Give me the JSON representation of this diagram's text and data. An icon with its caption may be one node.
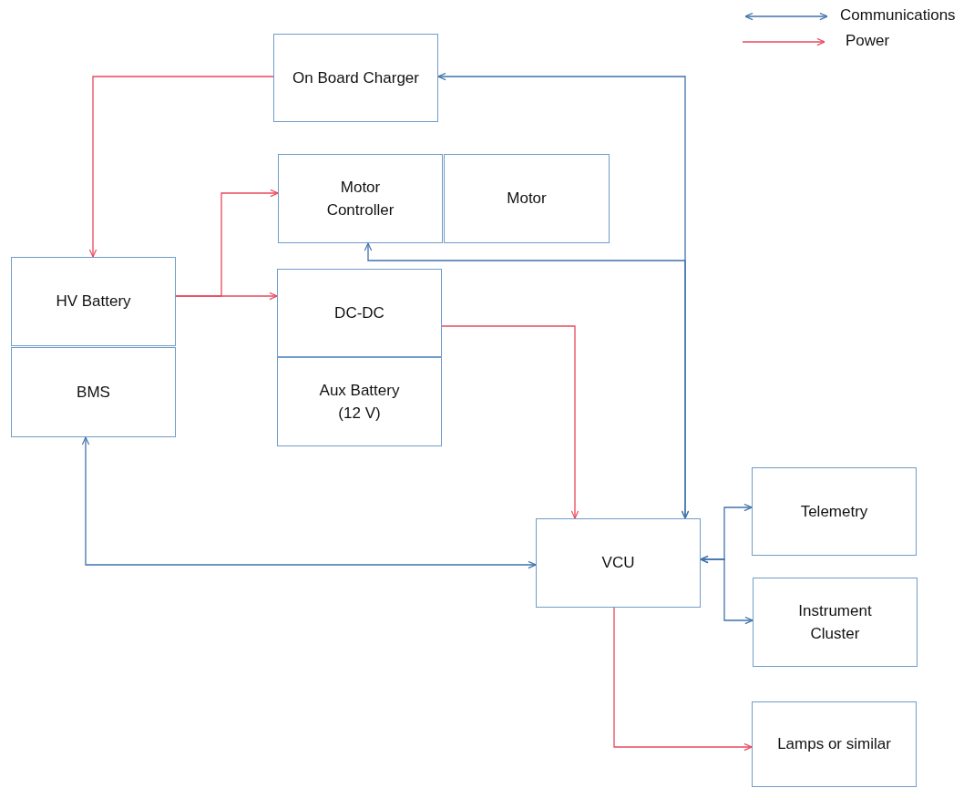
{
  "diagram": {
    "nodes": [
      {
        "text": [
          "On Board Charger"
        ]
      },
      {
        "text": [
          "Motor Controller"
        ]
      },
      {
        "text": [
          "Motor"
        ]
      },
      {
        "text": [
          "HV Battery"
        ]
      },
      {
        "text": [
          "BMS"
        ]
      },
      {
        "text": [
          "DC-DC"
        ]
      },
      {
        "text": [
          "Aux Battery (12 V)"
        ]
      },
      {
        "text": [
          "VCU"
        ]
      },
      {
        "text": [
          "Telemetry"
        ]
      },
      {
        "text": [
          "Instrument Cluster"
        ]
      },
      {
        "text": [
          "Lamps or similar"
        ]
      }
    ],
    "edges": [
      {
        "from": 7,
        "to": 0,
        "arrow": "both",
        "color": "#3f72aa"
      },
      {
        "from": 7,
        "to": 1,
        "arrow": "both",
        "color": "#3f72aa"
      },
      {
        "from": 4,
        "to": 7,
        "arrow": "both",
        "color": "#3f72aa"
      },
      {
        "from": 7,
        "to": 8,
        "arrow": "both",
        "color": "#3f72aa"
      },
      {
        "from": 7,
        "to": 9,
        "arrow": "both",
        "color": "#3f72aa"
      },
      {
        "from": 0,
        "to": 3,
        "arrow": "to",
        "color": "#e8485c"
      },
      {
        "from": 3,
        "to": 1,
        "arrow": "to",
        "color": "#e8485c"
      },
      {
        "from": 3,
        "to": 5,
        "arrow": "to",
        "color": "#e8485c"
      },
      {
        "from": 5,
        "to": 7,
        "arrow": "to",
        "color": "#e8485c"
      },
      {
        "from": 7,
        "to": 10,
        "arrow": "to",
        "color": "#e8485c"
      }
    ],
    "legend": [
      {
        "text": "Communications"
      },
      {
        "text": "Power"
      }
    ]
  }
}
